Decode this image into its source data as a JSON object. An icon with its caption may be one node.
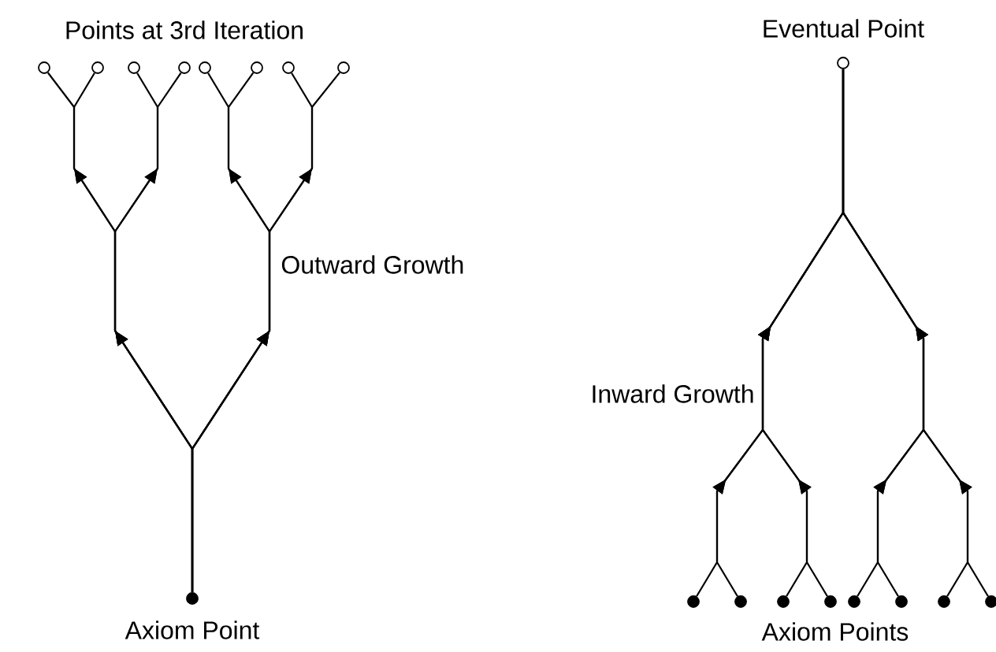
{
  "diagram": {
    "nodes": [
      {
        "text": [],
        "shape": "circle"
      },
      {
        "text": [],
        "shape": "circle"
      },
      {
        "text": [],
        "shape": "circle"
      },
      {
        "text": [],
        "shape": "circle"
      },
      {
        "text": [],
        "shape": "circle"
      },
      {
        "text": [],
        "shape": "circle"
      },
      {
        "text": [],
        "shape": "circle"
      },
      {
        "text": [],
        "shape": "circle"
      },
      {
        "text": [],
        "shape": "circle",
        "beside": [
          "Axiom Point"
        ]
      },
      {
        "text": [],
        "shape": "circle",
        "beside": [
          "Eventual Point"
        ]
      },
      {
        "text": [],
        "shape": "circle"
      },
      {
        "text": [],
        "shape": "circle"
      },
      {
        "text": [],
        "shape": "circle"
      },
      {
        "text": [],
        "shape": "circle"
      },
      {
        "text": [],
        "shape": "circle"
      },
      {
        "text": [],
        "shape": "circle"
      },
      {
        "text": [],
        "shape": "circle"
      },
      {
        "text": [],
        "shape": "circle"
      }
    ],
    "edges": [
      {
        "from": 8,
        "to": 0,
        "arrow": "to"
      },
      {
        "from": 8,
        "to": 1,
        "arrow": "to"
      },
      {
        "from": 8,
        "to": 2,
        "arrow": "to"
      },
      {
        "from": 8,
        "to": 3,
        "arrow": "to"
      },
      {
        "from": 8,
        "to": 4,
        "arrow": "to"
      },
      {
        "from": 8,
        "to": 5,
        "arrow": "to"
      },
      {
        "from": 8,
        "to": 6,
        "arrow": "to"
      },
      {
        "from": 8,
        "to": 7,
        "arrow": "to"
      },
      {
        "from": 10,
        "to": 9,
        "arrow": "to"
      },
      {
        "from": 11,
        "to": 9,
        "arrow": "to"
      },
      {
        "from": 12,
        "to": 9,
        "arrow": "to"
      },
      {
        "from": 13,
        "to": 9,
        "arrow": "to"
      },
      {
        "from": 14,
        "to": 9,
        "arrow": "to"
      },
      {
        "from": 15,
        "to": 9,
        "arrow": "to"
      },
      {
        "from": 16,
        "to": 9,
        "arrow": "to"
      },
      {
        "from": 17,
        "to": 9,
        "arrow": "to"
      }
    ],
    "labels": [
      "Points at 3rd Iteration",
      "Outward Growth",
      "Inward Growth",
      "Axiom Points"
    ]
  }
}
